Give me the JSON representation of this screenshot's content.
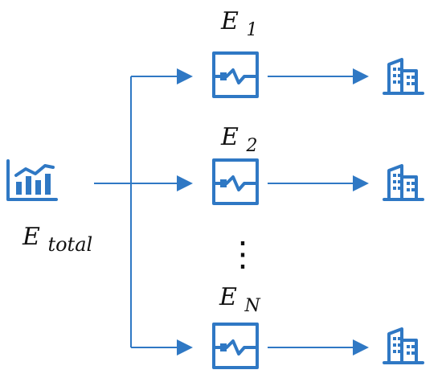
{
  "diagram": {
    "source": {
      "icon": "bar-chart-trend-icon",
      "label_main": "E",
      "label_sub": "total"
    },
    "branches": [
      {
        "main": "E",
        "sub": "1",
        "component_icon": "waveform-box-icon",
        "destination_icon": "building-icon"
      },
      {
        "main": "E",
        "sub": "2",
        "component_icon": "waveform-box-icon",
        "destination_icon": "building-icon"
      },
      {
        "main": "E",
        "sub": "N",
        "component_icon": "waveform-box-icon",
        "destination_icon": "building-icon"
      }
    ],
    "ellipsis": "⋮",
    "accent_color": "#2f78c4",
    "text_color": "#111111"
  }
}
